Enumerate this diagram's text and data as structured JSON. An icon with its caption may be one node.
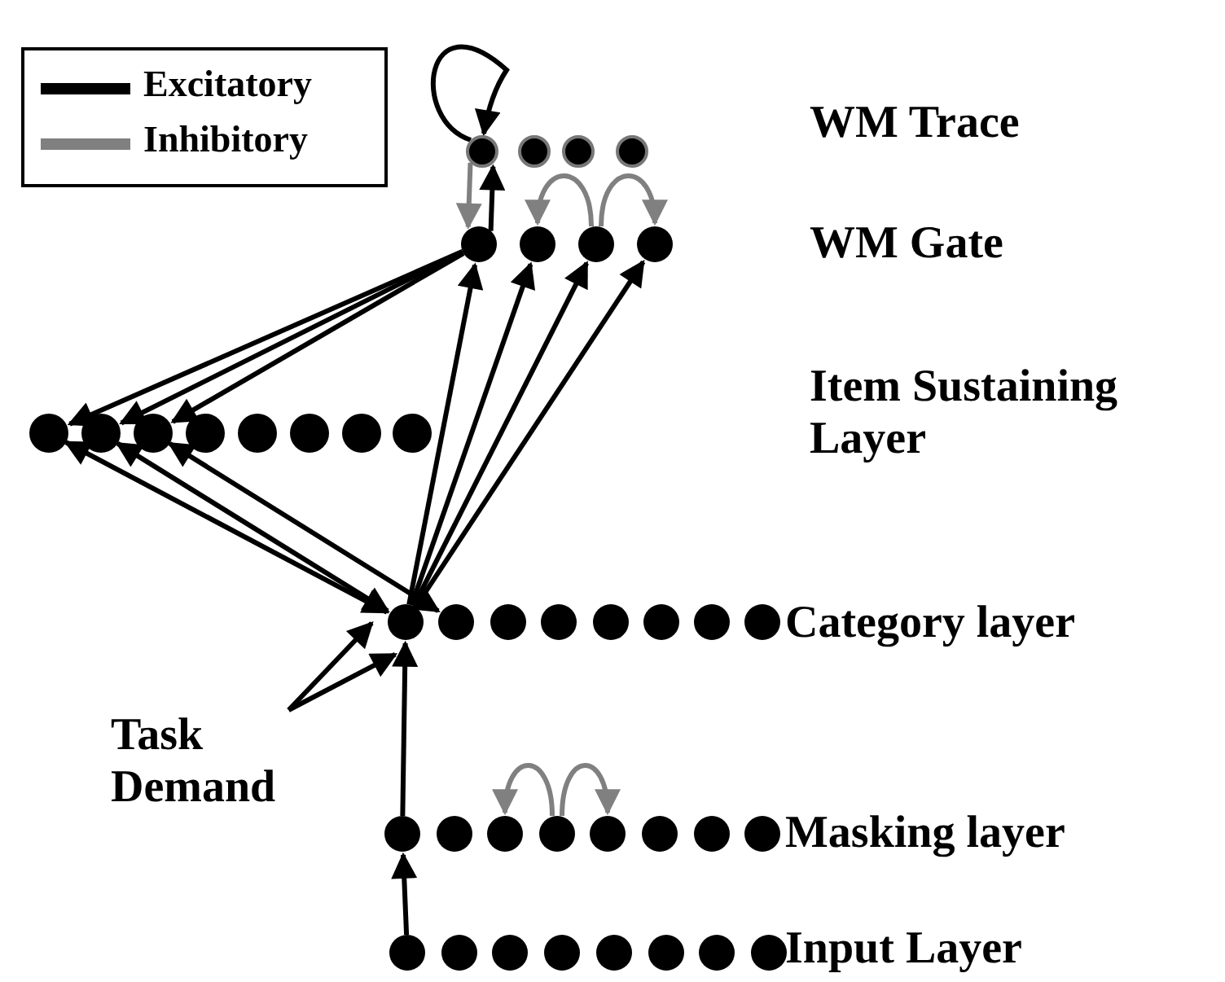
{
  "diagram": {
    "nodes": [
      {
        "text": [],
        "shape": "circle"
      },
      {
        "text": [],
        "shape": "circle"
      },
      {
        "text": [],
        "shape": "circle"
      },
      {
        "text": [],
        "shape": "circle"
      },
      {
        "text": [],
        "shape": "circle"
      },
      {
        "text": [],
        "shape": "circle"
      },
      {
        "text": [],
        "shape": "circle"
      },
      {
        "text": [],
        "shape": "circle"
      },
      {
        "text": [],
        "shape": "circle"
      },
      {
        "text": [],
        "shape": "circle"
      },
      {
        "text": [],
        "shape": "circle"
      },
      {
        "text": [],
        "shape": "circle"
      },
      {
        "text": [],
        "shape": "circle"
      },
      {
        "text": [],
        "shape": "circle"
      },
      {
        "text": [],
        "shape": "circle"
      },
      {
        "text": [],
        "shape": "circle"
      },
      {
        "text": [],
        "shape": "circle"
      },
      {
        "text": [],
        "shape": "circle"
      },
      {
        "text": [],
        "shape": "circle"
      },
      {
        "text": [],
        "shape": "circle"
      },
      {
        "text": [],
        "shape": "circle"
      },
      {
        "text": [],
        "shape": "circle"
      },
      {
        "text": [],
        "shape": "circle"
      },
      {
        "text": [],
        "shape": "circle"
      },
      {
        "text": [
          "Task Demand"
        ]
      },
      {
        "text": [],
        "shape": "circle"
      },
      {
        "text": [],
        "shape": "circle"
      },
      {
        "text": [],
        "shape": "circle"
      },
      {
        "text": [],
        "shape": "circle"
      },
      {
        "text": [],
        "shape": "circle"
      },
      {
        "text": [],
        "shape": "circle"
      },
      {
        "text": [],
        "shape": "circle"
      },
      {
        "text": [],
        "shape": "circle"
      },
      {
        "text": [],
        "shape": "circle"
      },
      {
        "text": [],
        "shape": "circle"
      },
      {
        "text": [],
        "shape": "circle"
      },
      {
        "text": [],
        "shape": "circle"
      },
      {
        "text": [],
        "shape": "circle"
      },
      {
        "text": [],
        "shape": "circle"
      },
      {
        "text": [],
        "shape": "circle"
      },
      {
        "text": [],
        "shape": "circle"
      }
    ],
    "edges": [
      {
        "from": 0,
        "to": 0,
        "arrow": "to"
      },
      {
        "from": 0,
        "to": 4,
        "arrow": "to",
        "color": "#808080"
      },
      {
        "from": 4,
        "to": 0,
        "arrow": "to"
      },
      {
        "from": 6,
        "to": 5,
        "arrow": "to",
        "color": "#808080"
      },
      {
        "from": 6,
        "to": 7,
        "arrow": "to",
        "color": "#808080"
      },
      {
        "from": 4,
        "to": 8,
        "arrow": "to"
      },
      {
        "from": 4,
        "to": 9,
        "arrow": "to"
      },
      {
        "from": 4,
        "to": 10,
        "arrow": "to"
      },
      {
        "from": 16,
        "to": 4,
        "arrow": "to"
      },
      {
        "from": 16,
        "to": 5,
        "arrow": "to"
      },
      {
        "from": 16,
        "to": 6,
        "arrow": "to"
      },
      {
        "from": 16,
        "to": 7,
        "arrow": "to"
      },
      {
        "from": 8,
        "to": 16,
        "arrow": "both"
      },
      {
        "from": 9,
        "to": 16,
        "arrow": "both"
      },
      {
        "from": 10,
        "to": 17,
        "arrow": "both"
      },
      {
        "from": 24,
        "to": 16,
        "arrow": "to"
      },
      {
        "from": 24,
        "to": 16,
        "arrow": "to"
      },
      {
        "from": 25,
        "to": 16,
        "arrow": "to"
      },
      {
        "from": 33,
        "to": 25,
        "arrow": "to"
      },
      {
        "from": 28,
        "to": 27,
        "arrow": "to",
        "color": "#808080"
      },
      {
        "from": 28,
        "to": 29,
        "arrow": "to",
        "color": "#808080"
      }
    ],
    "labels": [
      "WM Trace",
      "WM Gate",
      "Item Sustaining Layer",
      "Category layer",
      "Masking layer",
      "Input Layer"
    ],
    "legend": [
      {
        "text": "Excitatory",
        "color": "#000000"
      },
      {
        "text": "Inhibitory",
        "color": "#808080"
      }
    ]
  }
}
